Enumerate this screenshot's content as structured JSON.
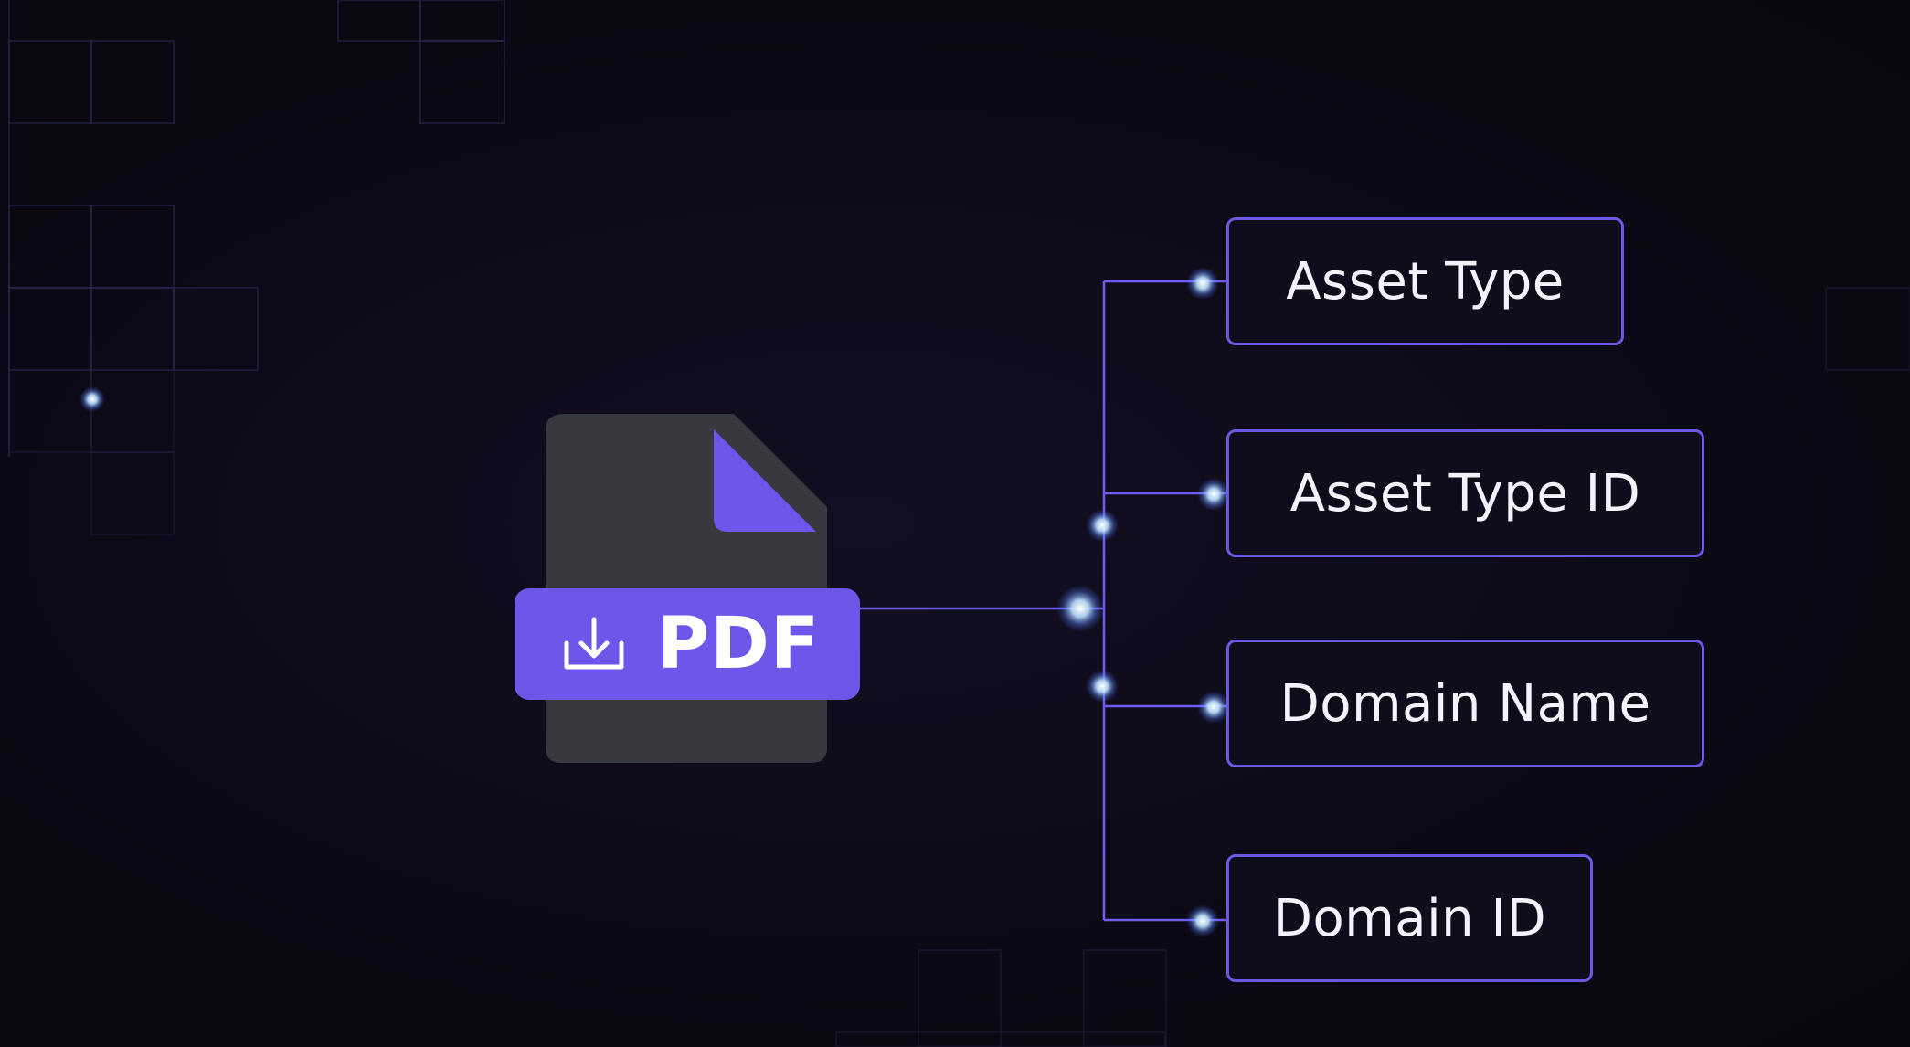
{
  "badge": {
    "label": "PDF",
    "icon": "download-icon"
  },
  "fields": [
    {
      "label": "Asset Type"
    },
    {
      "label": "Asset Type ID"
    },
    {
      "label": "Domain Name"
    },
    {
      "label": "Domain ID"
    }
  ],
  "colors": {
    "accent": "#6d56ea",
    "box_border": "#6a58e6",
    "wire": "#6f5cf0",
    "background": "#0d0a18",
    "document": "#38393e",
    "glow": "#bfe3ff"
  }
}
